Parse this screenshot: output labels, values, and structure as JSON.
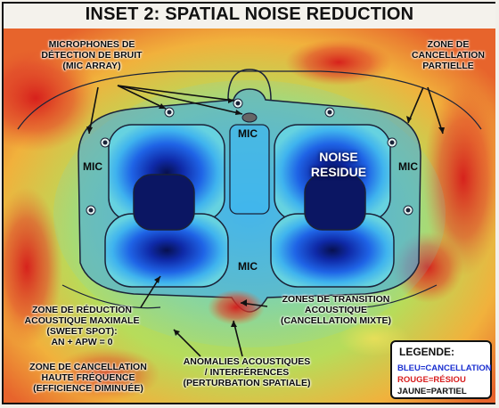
{
  "title": "INSET 2: SPATIAL NOISE REDUCTION",
  "labels": {
    "mic_array": [
      "MICROPHONES DE",
      "DÉTECTION DE BRUIT",
      "(MIC ARRAY)"
    ],
    "partial_zone": [
      "ZONE DE",
      "CANCELLATION",
      "PARTIELLE"
    ],
    "noise_residue": [
      "NOISE",
      "RESIDUE"
    ],
    "sweet_spot": [
      "ZONE DE RÉDUCTION",
      "ACOUSTIQUE MAXIMALE",
      "(SWEET SPOT):",
      "AN + APW = 0"
    ],
    "transition": [
      "ZONES DE TRANSITION",
      "ACOUSTIQUE",
      "(CANCELLATION MIXTE)"
    ],
    "high_freq": [
      "ZONE DE CANCELLATION",
      "HAUTE FRÉQUENCE",
      "(EFFICIENCE DIMINUÉE)"
    ],
    "anomalies": [
      "ANOMALIES ACOUSTIQUES",
      "/ INTERFÉRENCES",
      "(PERTURBATION SPATIALE)"
    ]
  },
  "mics": {
    "top_center": "MIC",
    "left": "MIC",
    "right": "MIC",
    "center": "MIC"
  },
  "legend": {
    "title": "LEGENDE:",
    "blue": "BLEU=CANCELLATION",
    "red": "ROUGE=RÉSIOU",
    "yellow": "JAUNE=PARTIEL"
  },
  "colors": {
    "blue": "#1a2fd0",
    "red": "#d81e1e",
    "yellow": "#c9a800",
    "outline": "#1a2238"
  },
  "icons": [
    "microphone-array-icon",
    "arrow-icon"
  ]
}
